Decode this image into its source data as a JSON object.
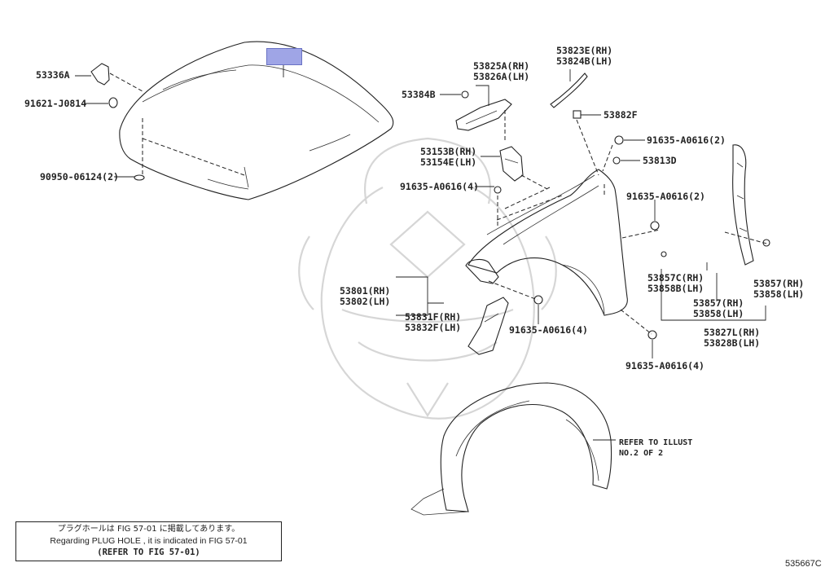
{
  "diagram": {
    "highlight_color": "#9fa5e6",
    "line_color": "#222222",
    "watermark": "samurai-helmet-logo",
    "part_labels": [
      {
        "id": "53336A",
        "text": "53336A"
      },
      {
        "id": "91621-J0814",
        "text": "91621-J0814"
      },
      {
        "id": "90950-06124",
        "text": "90950-06124(2)"
      },
      {
        "id": "53384B",
        "text": "53384B"
      },
      {
        "id": "53825A",
        "text": "53825A(RH)"
      },
      {
        "id": "53826A",
        "text": "53826A(LH)"
      },
      {
        "id": "53823E",
        "text": "53823E(RH)"
      },
      {
        "id": "53824B",
        "text": "53824B(LH)"
      },
      {
        "id": "53882F",
        "text": "53882F"
      },
      {
        "id": "91635-A0616-top",
        "text": "91635-A0616(2)"
      },
      {
        "id": "53813D",
        "text": "53813D"
      },
      {
        "id": "53153B",
        "text": "53153B(RH)"
      },
      {
        "id": "53154E",
        "text": "53154E(LH)"
      },
      {
        "id": "91635-A0616-left",
        "text": "91635-A0616(4)"
      },
      {
        "id": "91635-A0616-right",
        "text": "91635-A0616(2)"
      },
      {
        "id": "53857C",
        "text": "53857C(RH)"
      },
      {
        "id": "53858B",
        "text": "53858B(LH)"
      },
      {
        "id": "53857-far",
        "text": "53857(RH)"
      },
      {
        "id": "53858-far",
        "text": "53858(LH)"
      },
      {
        "id": "53857-mid",
        "text": "53857(RH)"
      },
      {
        "id": "53858-mid",
        "text": "53858(LH)"
      },
      {
        "id": "53801",
        "text": "53801(RH)"
      },
      {
        "id": "53802",
        "text": "53802(LH)"
      },
      {
        "id": "53831F",
        "text": "53831F(RH)"
      },
      {
        "id": "53832F",
        "text": "53832F(LH)"
      },
      {
        "id": "91635-A0616-bottom-left",
        "text": "91635-A0616(4)"
      },
      {
        "id": "53827L",
        "text": "53827L(RH)"
      },
      {
        "id": "53828B",
        "text": "53828B(LH)"
      },
      {
        "id": "91635-A0616-bottom-right",
        "text": "91635-A0616(4)"
      }
    ],
    "refer_note": "REFER TO ILLUST\nNO.2 OF 2",
    "note_box": {
      "line_jp": "プラグホールは FIG 57-01 に掲載してあります。",
      "line_en": "Regarding  PLUG  HOLE , it is indicated in  FIG  57-01",
      "line_ref": "(REFER TO FIG 57-01)"
    },
    "figure_code": "535667C"
  }
}
